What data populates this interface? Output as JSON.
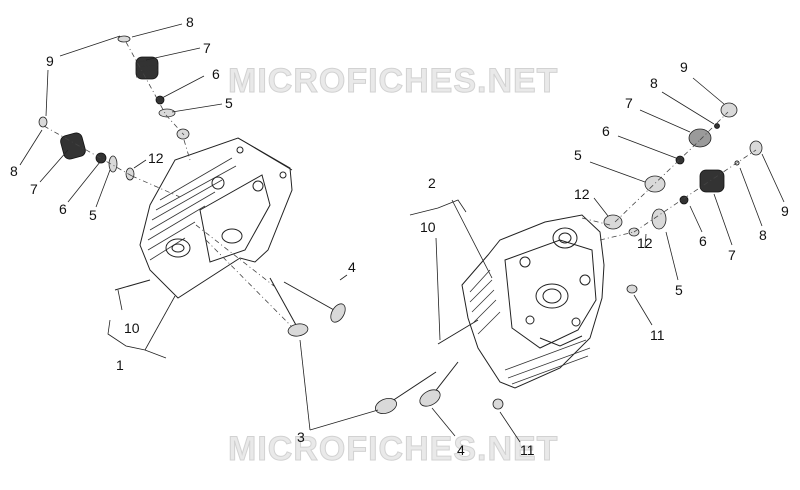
{
  "watermark": {
    "top": "MICROFICHES.NET",
    "bottom": "MICROFICHES.NET"
  },
  "callouts": {
    "left_group": [
      "8",
      "7",
      "6",
      "5",
      "9",
      "12",
      "8",
      "7",
      "6",
      "5",
      "10",
      "1"
    ],
    "center": [
      "2",
      "10",
      "4",
      "3",
      "4",
      "11",
      "11"
    ],
    "right_group": [
      "9",
      "8",
      "7",
      "6",
      "5",
      "12",
      "12",
      "5",
      "6",
      "7",
      "8",
      "9"
    ]
  }
}
